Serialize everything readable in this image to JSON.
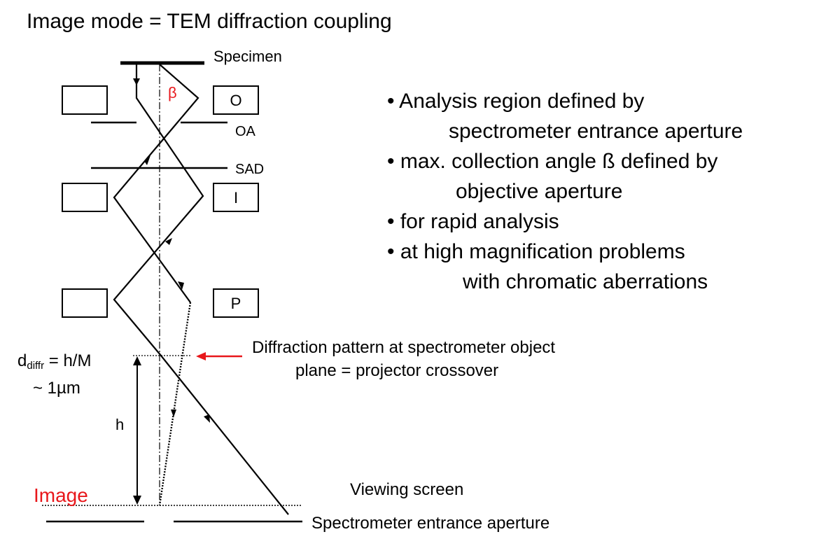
{
  "title": "Image mode = TEM diffraction coupling",
  "labels": {
    "specimen": "Specimen",
    "beta": "β",
    "objective_lens": "O",
    "oa": "OA",
    "sad": "SAD",
    "intermediate_lens": "I",
    "projector_lens": "P",
    "d_diffr_main": "d",
    "d_diffr_sub": "diffr",
    "d_diffr_eq": " = h/M",
    "d_diffr_size": "~ 1µm",
    "h": "h",
    "image": "Image",
    "viewing_screen": "Viewing screen",
    "spectrometer_aperture": "Spectrometer entrance aperture",
    "diffraction_line1": "Diffraction pattern at spectrometer object",
    "diffraction_line2": "plane = projector crossover"
  },
  "bullets": [
    "• Analysis region defined by",
    "spectrometer entrance aperture",
    "• max. collection angle ß defined by",
    "objective aperture",
    "• for rapid analysis",
    "• at high magnification problems",
    "with chromatic aberrations"
  ],
  "colors": {
    "accent": "#e8171b",
    "ink": "#000000"
  }
}
